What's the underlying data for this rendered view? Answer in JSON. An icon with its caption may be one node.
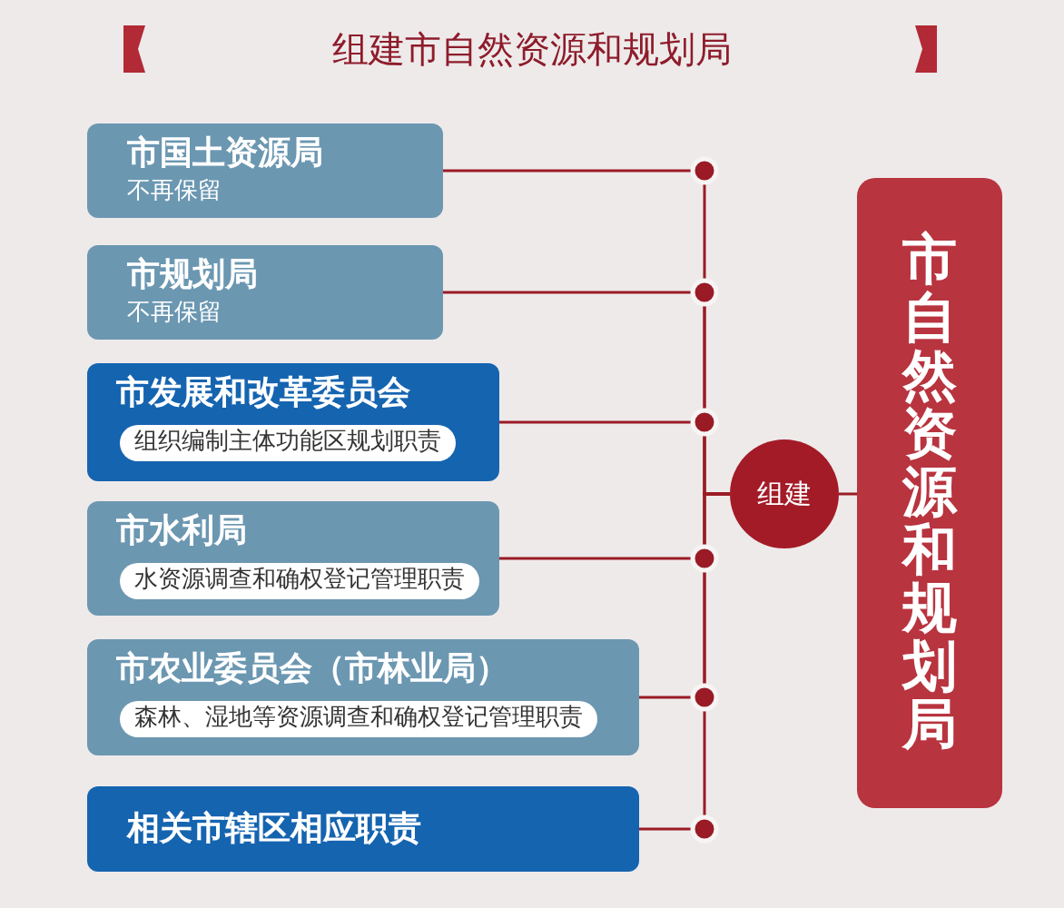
{
  "diagram": {
    "title": "组建市自然资源和规划局",
    "nodes": [
      {
        "text": [
          "市国土资源局",
          "不再保留"
        ]
      },
      {
        "text": [
          "市规划局",
          "不再保留"
        ]
      },
      {
        "text": [
          "市发展和改革委员会",
          "组织编制主体功能区规划职责"
        ]
      },
      {
        "text": [
          "市水利局",
          "水资源调查和确权登记管理职责"
        ]
      },
      {
        "text": [
          "市农业委员会（市林业局）",
          "森林、湿地等资源调查和确权登记管理职责"
        ]
      },
      {
        "text": [
          "相关市辖区相应职责"
        ]
      },
      {
        "text": [
          "组建"
        ]
      },
      {
        "text": [
          "市自然资源和规划局"
        ]
      }
    ],
    "edges": [
      {
        "from": 0,
        "to": 6,
        "arrow": "none"
      },
      {
        "from": 1,
        "to": 6,
        "arrow": "none"
      },
      {
        "from": 2,
        "to": 6,
        "arrow": "none"
      },
      {
        "from": 3,
        "to": 6,
        "arrow": "none"
      },
      {
        "from": 4,
        "to": 6,
        "arrow": "none"
      },
      {
        "from": 5,
        "to": 6,
        "arrow": "none"
      },
      {
        "from": 6,
        "to": 7,
        "arrow": "none"
      }
    ]
  }
}
